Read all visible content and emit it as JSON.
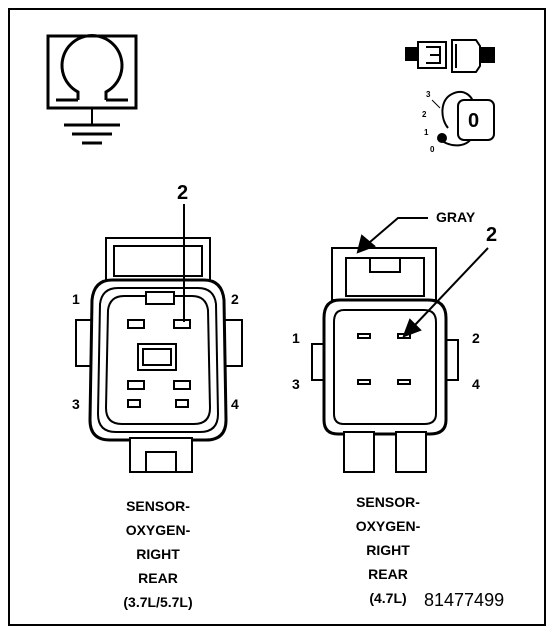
{
  "icons": {
    "ground_icon": "oxygen-sensor-heater-ground-symbol",
    "connector_icon": "connector-plug-icon",
    "key_icon": "ignition-key-icon",
    "key_positions": [
      "3",
      "2",
      "1",
      "0"
    ],
    "key_glyph": "0"
  },
  "left_connector": {
    "callout": "2",
    "pin_labels": [
      "1",
      "2",
      "3",
      "4"
    ],
    "caption_lines": [
      "SENSOR-",
      "OXYGEN-",
      "RIGHT",
      "REAR",
      "(3.7L/5.7L)"
    ]
  },
  "right_connector": {
    "color_label": "GRAY",
    "callout": "2",
    "pin_labels": [
      "1",
      "2",
      "3",
      "4"
    ],
    "caption_lines": [
      "SENSOR-",
      "OXYGEN-",
      "RIGHT",
      "REAR",
      "(4.7L)"
    ]
  },
  "figure_number": "81477499"
}
